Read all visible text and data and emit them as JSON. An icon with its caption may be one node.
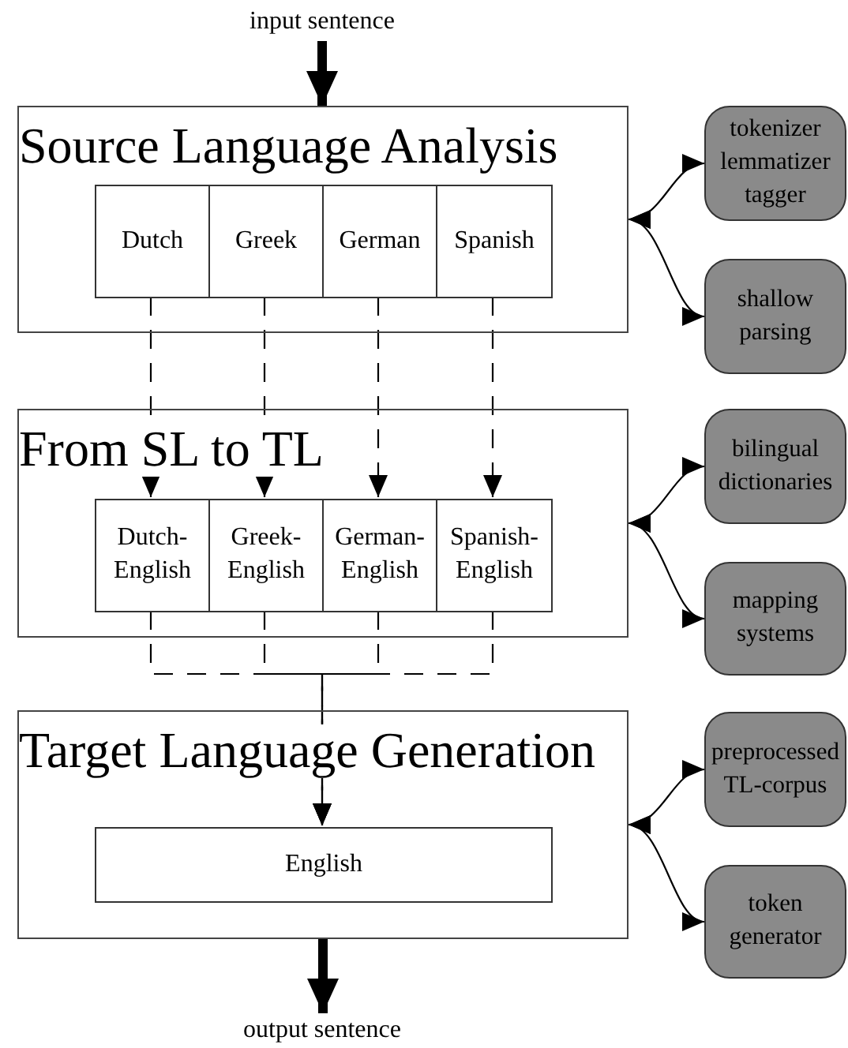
{
  "diagram": {
    "nodes": [
      {
        "text": [
          "input sentence"
        ]
      },
      {
        "text": [
          "Source Language Analysis"
        ]
      },
      {
        "text": [
          "Dutch"
        ],
        "in": 1
      },
      {
        "text": [
          "Greek"
        ],
        "in": 1
      },
      {
        "text": [
          "German"
        ],
        "in": 1
      },
      {
        "text": [
          "Spanish"
        ],
        "in": 1
      },
      {
        "text": [
          "tokenizer lemmatizer tagger"
        ]
      },
      {
        "text": [
          "shallow parsing"
        ]
      },
      {
        "text": [
          "From SL to TL"
        ]
      },
      {
        "text": [
          "Dutch-English"
        ],
        "in": 8
      },
      {
        "text": [
          "Greek-English"
        ],
        "in": 8
      },
      {
        "text": [
          "German-English"
        ],
        "in": 8
      },
      {
        "text": [
          "Spanish-English"
        ],
        "in": 8
      },
      {
        "text": [
          "bilingual dictionaries"
        ]
      },
      {
        "text": [
          "mapping systems"
        ]
      },
      {
        "text": [
          "Target Language Generation"
        ]
      },
      {
        "text": [
          "English"
        ],
        "in": 15
      },
      {
        "text": [
          "preprocessed TL-corpus"
        ]
      },
      {
        "text": [
          "token generator"
        ]
      },
      {
        "text": [
          "output sentence"
        ]
      }
    ],
    "edges": [
      {
        "from": 0,
        "to": 1,
        "arrow": "to",
        "style": "thick"
      },
      {
        "from": 2,
        "to": 9,
        "arrow": "to",
        "style": "dashed"
      },
      {
        "from": 3,
        "to": 10,
        "arrow": "to",
        "style": "dashed"
      },
      {
        "from": 4,
        "to": 11,
        "arrow": "to",
        "style": "dashed"
      },
      {
        "from": 5,
        "to": 12,
        "arrow": "to",
        "style": "dashed"
      },
      {
        "from": 9,
        "to": 16,
        "arrow": "to",
        "style": "dashed"
      },
      {
        "from": 10,
        "to": 16,
        "arrow": "to",
        "style": "dashed"
      },
      {
        "from": 11,
        "to": 16,
        "arrow": "to",
        "style": "dashed"
      },
      {
        "from": 12,
        "to": 16,
        "arrow": "to",
        "style": "dashed"
      },
      {
        "from": 6,
        "to": 1,
        "arrow": "both"
      },
      {
        "from": 7,
        "to": 1,
        "arrow": "both"
      },
      {
        "from": 13,
        "to": 8,
        "arrow": "both"
      },
      {
        "from": 14,
        "to": 8,
        "arrow": "both"
      },
      {
        "from": 17,
        "to": 15,
        "arrow": "both"
      },
      {
        "from": 18,
        "to": 15,
        "arrow": "both"
      },
      {
        "from": 15,
        "to": 19,
        "arrow": "to",
        "style": "thick"
      }
    ]
  }
}
